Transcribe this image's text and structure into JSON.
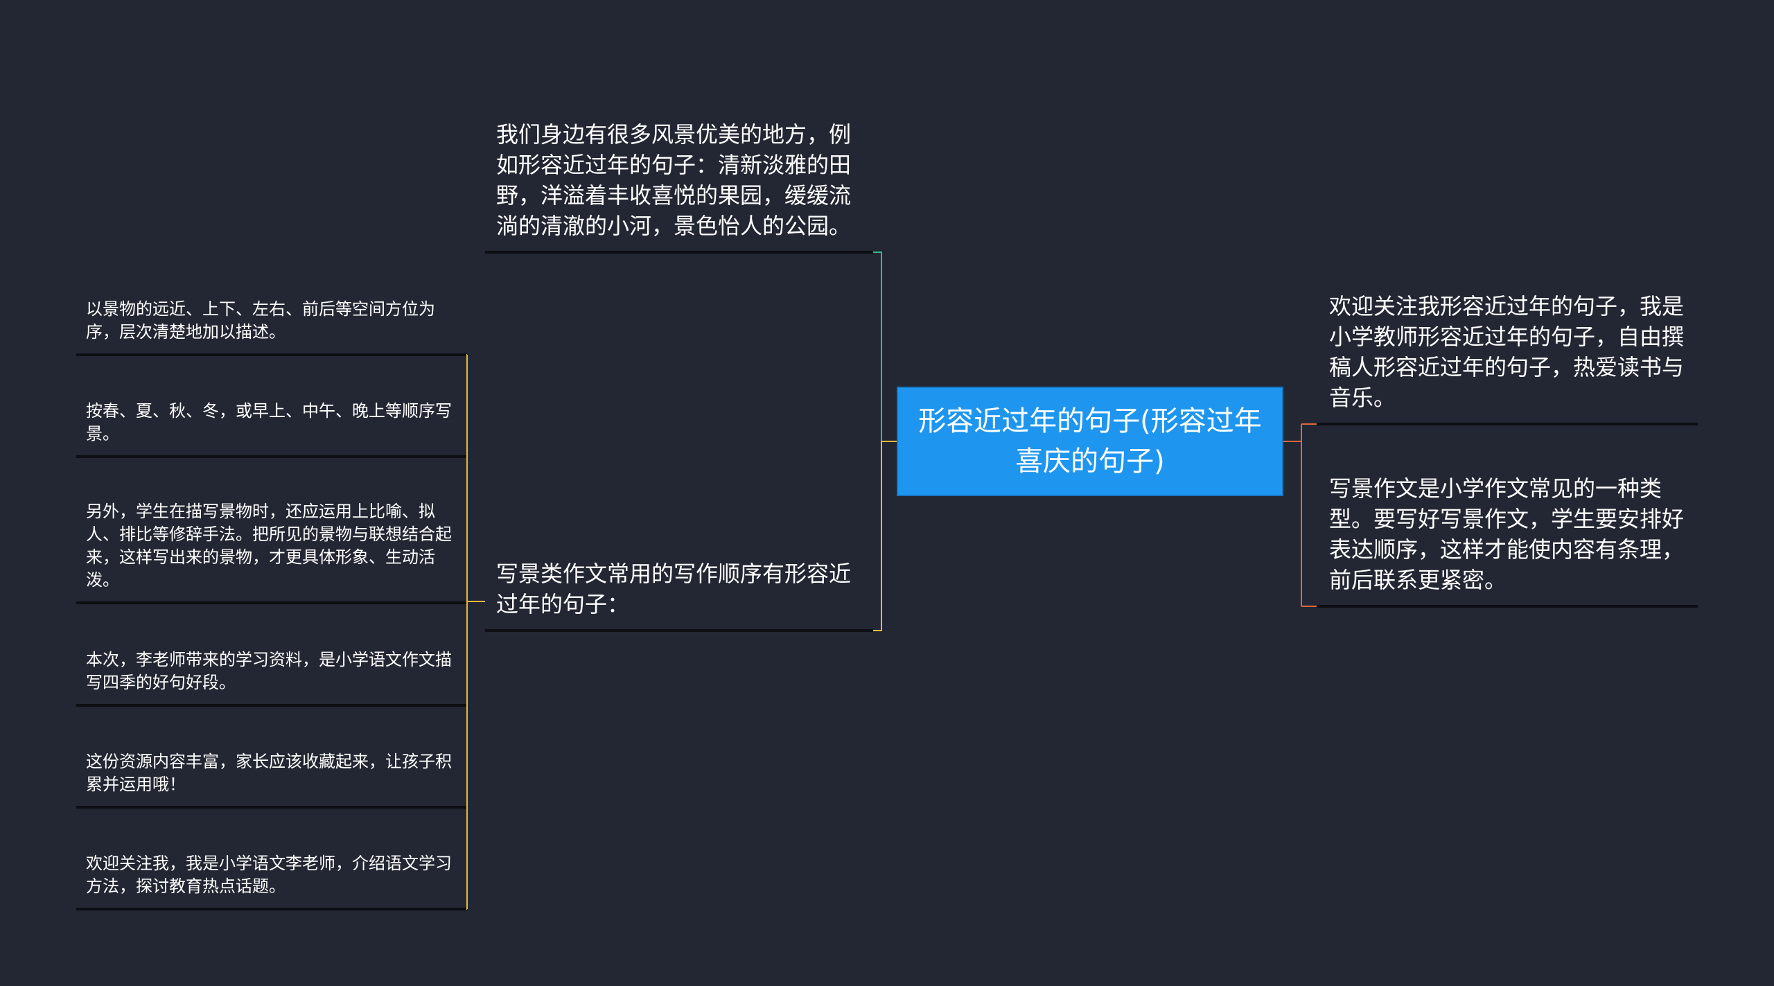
{
  "root": {
    "title": "形容近过年的句子(形容过年喜庆的句子)"
  },
  "left": {
    "intro": "我们身边有很多风景优美的地方，例如形容近过年的句子：清新淡雅的田野，洋溢着丰收喜悦的果园，缓缓流淌的清澈的小河，景色怡人的公园。",
    "order_heading": "写景类作文常用的写作顺序有形容近过年的句子：",
    "leaves": [
      "以景物的远近、上下、左右、前后等空间方位为序，层次清楚地加以描述。",
      "按春、夏、秋、冬，或早上、中午、晚上等顺序写景。",
      "另外，学生在描写景物时，还应运用上比喻、拟人、排比等修辞手法。把所见的景物与联想结合起来，这样写出来的景物，才更具体形象、生动活泼。",
      "本次，李老师带来的学习资料，是小学语文作文描写四季的好句好段。",
      "这份资源内容丰富，家长应该收藏起来，让孩子积累并运用哦！",
      "欢迎关注我，我是小学语文李老师，介绍语文学习方法，探讨教育热点话题。"
    ]
  },
  "right": {
    "items": [
      "欢迎关注我形容近过年的句子，我是小学教师形容近过年的句子，自由撰稿人形容近过年的句子，热爱读书与音乐。",
      "写景作文是小学作文常见的一种类型。要写好写景作文，学生要安排好表达顺序，这样才能使内容有条理，前后联系更紧密。"
    ]
  },
  "colors": {
    "background": "#232733",
    "root_fill": "#1e96f0",
    "branch_green": "#2fbf8a",
    "branch_yellow": "#e6b93c",
    "branch_orange": "#e0673d",
    "node_underline": "#0d0f14"
  }
}
